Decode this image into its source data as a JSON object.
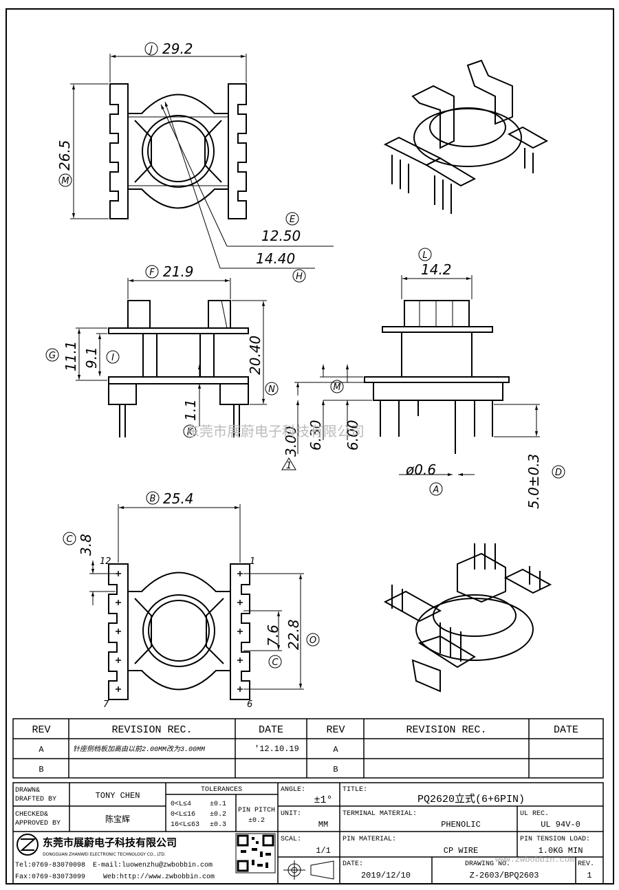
{
  "dims": {
    "J": {
      "letter": "J",
      "value": "29.2"
    },
    "M": {
      "letter": "M",
      "value": "26.5"
    },
    "E": {
      "letter": "E",
      "value": "12.50"
    },
    "H": {
      "letter": "H",
      "value": "14.40"
    },
    "F": {
      "letter": "F",
      "value": "21.9"
    },
    "G": {
      "letter": "G",
      "value": "11.1"
    },
    "I": {
      "letter": "I",
      "value": "9.1"
    },
    "N": {
      "letter": "N",
      "value": "20.40"
    },
    "K": {
      "letter": "K",
      "value": "1.1"
    },
    "L": {
      "letter": "L",
      "value": "14.2"
    },
    "Mside": {
      "letter": "M",
      "value": "6.30"
    },
    "side600": {
      "value": "6.00"
    },
    "tri": {
      "letter": "1",
      "value": "3.00"
    },
    "A": {
      "letter": "A",
      "value": "ø0.6"
    },
    "D": {
      "letter": "D",
      "value": "5.0±0.3"
    },
    "B": {
      "letter": "B",
      "value": "25.4"
    },
    "C": {
      "letter": "C",
      "value": "3.8"
    },
    "C2": {
      "letter": "C",
      "value": "7.6"
    },
    "O": {
      "letter": "O",
      "value": "22.8"
    }
  },
  "pins": {
    "p12": "12",
    "p1": "1",
    "p7": "7",
    "p6": "6"
  },
  "watermark": "东莞市展蔚电子科技有限公司",
  "revision": {
    "headers": {
      "rev": "REV",
      "rec": "REVISION REC.",
      "date": "DATE"
    },
    "rows": [
      {
        "rev": "A",
        "rec": "针座侧档板加高由以前2.00MM改为3.00MM",
        "date": "'12.10.19",
        "rev2": "A",
        "rec2": "",
        "date2": ""
      },
      {
        "rev": "B",
        "rec": "",
        "date": "",
        "rev2": "B",
        "rec2": "",
        "date2": ""
      }
    ]
  },
  "title_block": {
    "drawn_label": "DRAWN&\nDRAFTED BY",
    "drawn_l1": "DRAWN&",
    "drawn_l2": "DRAFTED BY",
    "drawn_value": "TONY CHEN",
    "checked_l1": "CHECKED&",
    "checked_l2": "APPROVED BY",
    "checked_value": "陈宝辉",
    "tolerances_label": "TOLERANCES",
    "tol_rows": [
      {
        "range": "0<L≤4",
        "tol": "±0.1"
      },
      {
        "range": "0<L≤16",
        "tol": "±0.2"
      },
      {
        "range": "16<L≤63",
        "tol": "±0.3"
      }
    ],
    "pin_pitch_label": "PIN PITCH",
    "pin_pitch_value": "±0.2",
    "angle_label": "ANGLE:",
    "angle_value": "±1°",
    "unit_label": "UNIT:",
    "unit_value": "MM",
    "scale_label": "SCAL:",
    "scale_value": "1/1",
    "title_label": "TITLE:",
    "title_value": "PQ2620立式(6+6PIN)",
    "terminal_label": "TERMINAL MATERIAL:",
    "terminal_value": "PHENOLIC",
    "ul_label": "UL REC.",
    "ul_value": "UL 94V-0",
    "pin_material_label": "PIN MATERIAL:",
    "pin_material_value": "CP WIRE",
    "pin_tension_label": "PIN TENSION LOAD:",
    "pin_tension_value": "1.0KG MIN",
    "date_label": "DATE:",
    "date_value": "2019/12/10",
    "drawing_no_label": "DRAWING NO.",
    "drawing_no_value": "Z-2603/BPQ2603",
    "rev_label": "REV.",
    "rev_value": "1",
    "company_cn": "东莞市展蔚电子科技有限公司",
    "company_en": "DONGGUAN ZHANWEI ELECTRONIC TECHNOLOGY CO., LTD.",
    "tel": "Tel:0769-83070098",
    "email": "E-mail:luowenzhu@zwbobbin.com",
    "fax": "Fax:0769-83073099",
    "web": "Web:http://www.zwbobbin.com",
    "url_watermark": "www.zwbobbin.com"
  }
}
